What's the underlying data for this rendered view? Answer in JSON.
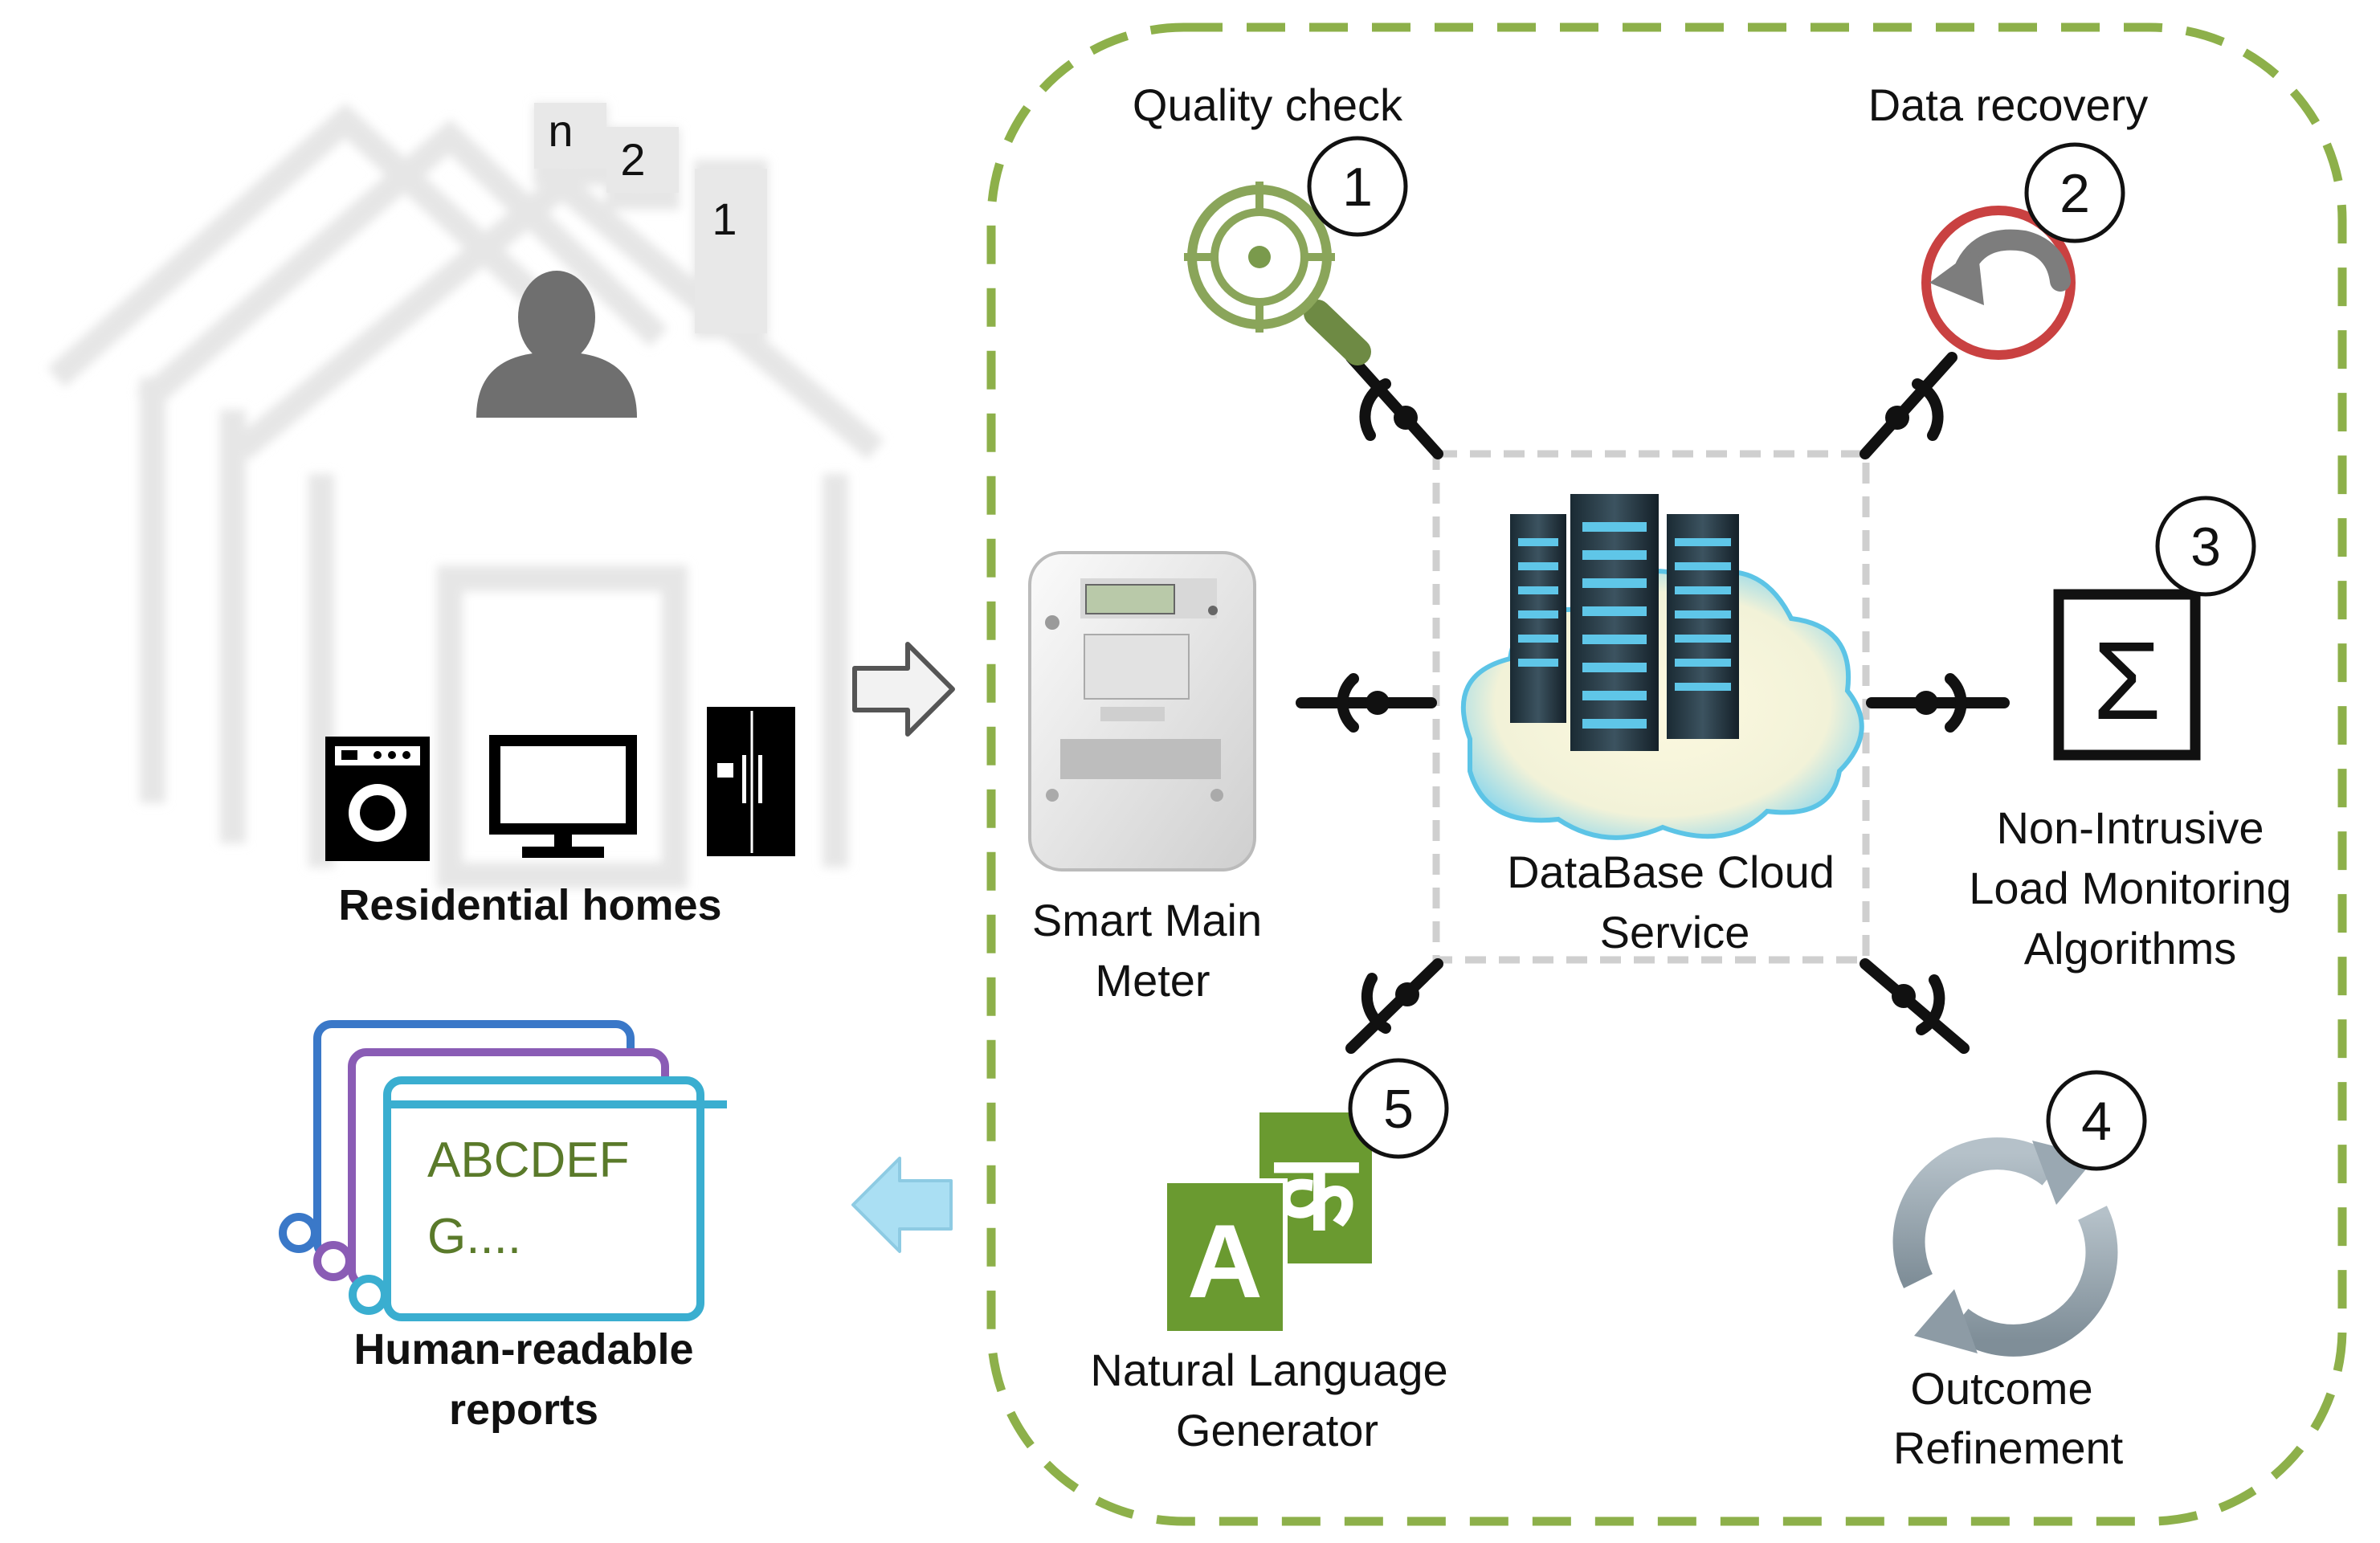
{
  "diagram": {
    "homes": {
      "label": "Residential homes",
      "house_numbers": [
        "n",
        "2",
        "1"
      ]
    },
    "meter": {
      "label_line1": "Smart Main",
      "label_line2": "Meter"
    },
    "database": {
      "label_line1": "DataBase Cloud",
      "label_line2": "Service"
    },
    "quality_check": {
      "label": "Quality check",
      "step": "1"
    },
    "data_recovery": {
      "label": "Data recovery",
      "step": "2"
    },
    "nilm": {
      "label_line1": "Non-Intrusive",
      "label_line2": "Load Monitoring",
      "label_line3": "Algorithms",
      "step": "3",
      "symbol": "Σ"
    },
    "refinement": {
      "label_line1": "Outcome",
      "label_line2": "Refinement",
      "step": "4"
    },
    "nlg": {
      "label_line1": "Natural Language",
      "label_line2": "Generator",
      "step": "5",
      "glyph_latin": "A",
      "glyph_other": "क"
    },
    "reports": {
      "label_line1": "Human-readable",
      "label_line2": "reports",
      "doc_line1": "ABCDEF",
      "doc_line2": "G...."
    },
    "colors": {
      "boundary": "#8db04a",
      "quality_icon": "#6e8a44",
      "recovery_ring": "#c94141",
      "nlg_green": "#6a9a30",
      "refresh_gray": "#9aa8b2",
      "report_blue": "#3a78c8",
      "report_purple": "#8a5cb5",
      "report_teal": "#3aaed0",
      "doc_text": "#5a7a2a",
      "arrow_in": "#555555",
      "arrow_out": "#aadff3"
    }
  }
}
